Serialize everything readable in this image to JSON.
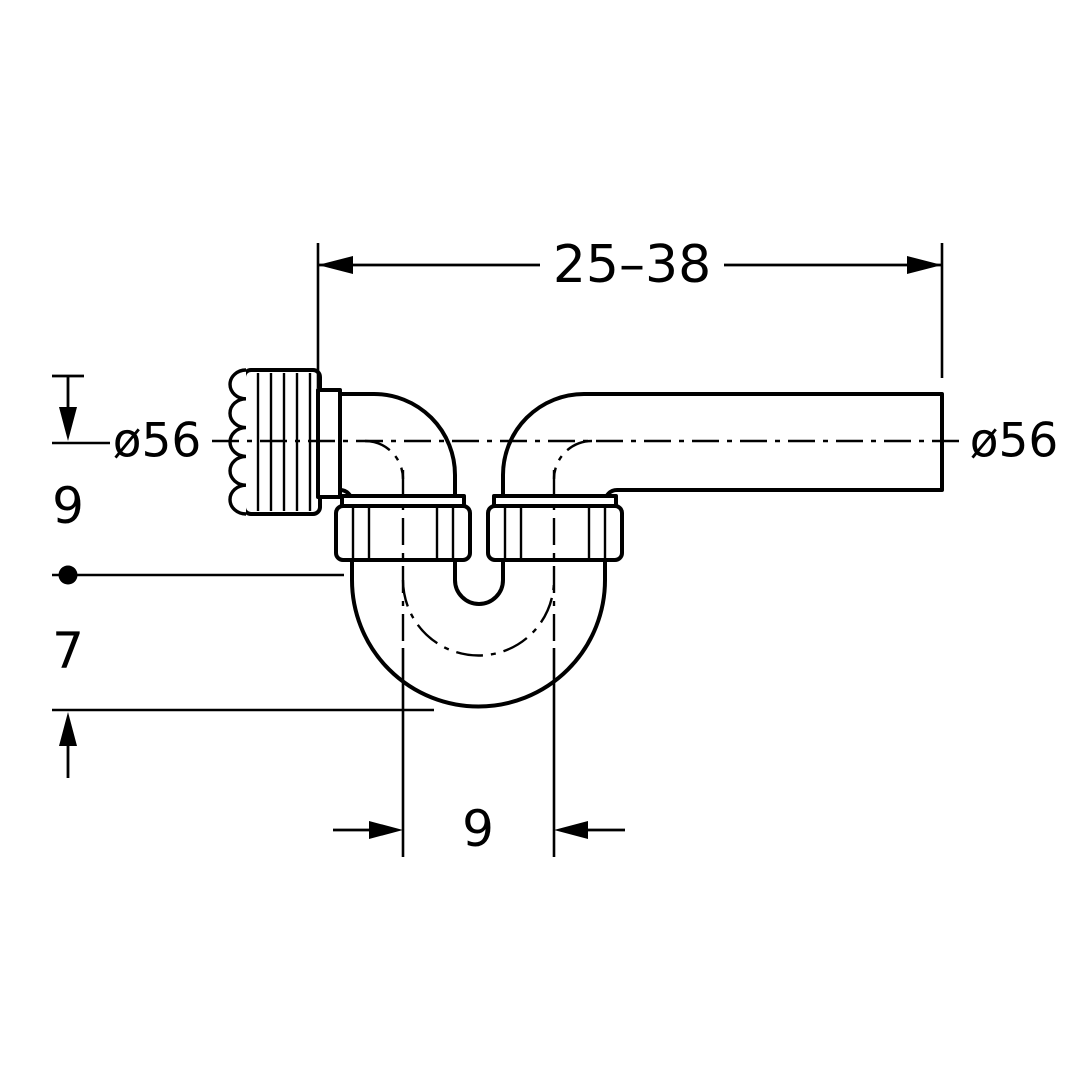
{
  "diagram": {
    "type": "technical-drawing",
    "subject": "P-trap waste fitting with union nut, two slip nuts, U-bend and horizontal outlet pipe",
    "line_color": "#000000",
    "background_color": "#ffffff",
    "dimensions": {
      "top_span": "25–38",
      "inlet_diameter": "ø56",
      "outlet_diameter": "ø56",
      "height_upper": "9",
      "height_lower": "7",
      "trap_width": "9"
    }
  }
}
